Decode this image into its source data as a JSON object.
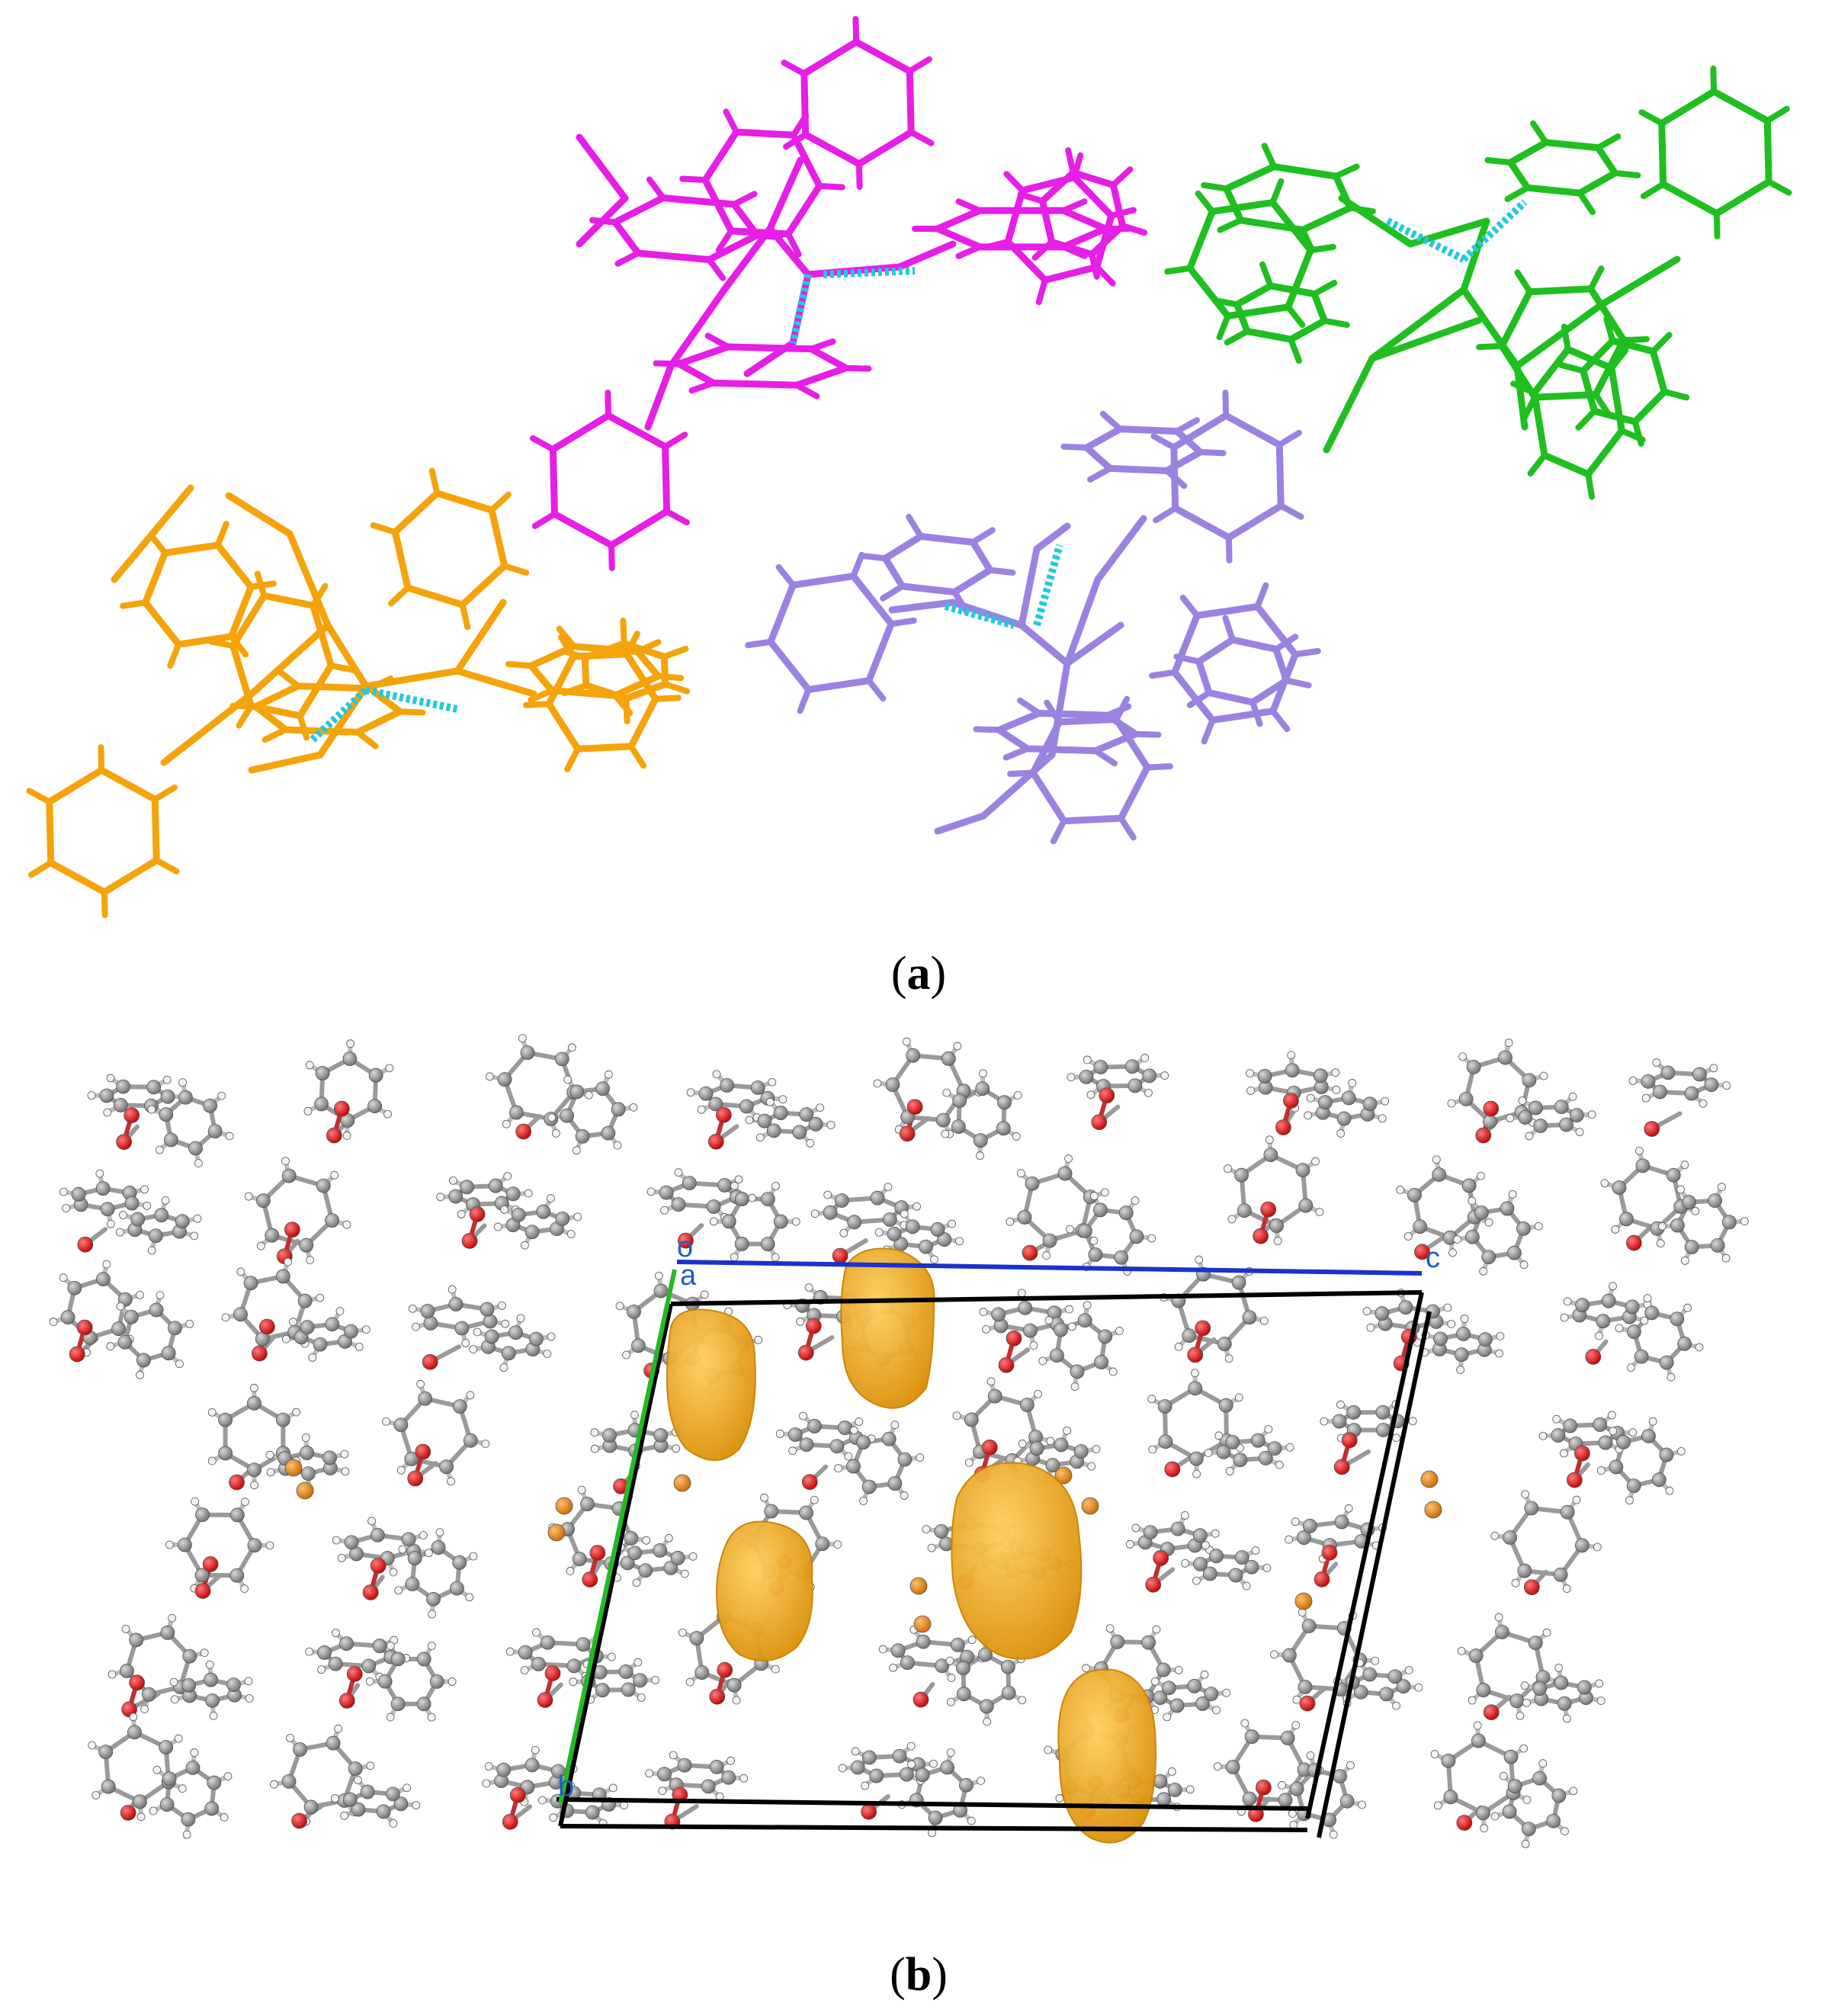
{
  "figure": {
    "panel_a": {
      "label_open": "(",
      "label_letter": "a",
      "label_close": ")"
    },
    "panel_b": {
      "label_open": "(",
      "label_letter": "b",
      "label_close": ")"
    },
    "cell_axes": {
      "origin": "o",
      "a": "a",
      "b": "b",
      "c": "c"
    }
  },
  "colors": {
    "orange": "#f5a30a",
    "magenta": "#e61ee6",
    "green": "#1fbf1f",
    "lavender": "#9b82e0",
    "hbond": "#22c8e0",
    "carbon": "#8c8c8c",
    "oxygen": "#e01010",
    "phosphorus": "#e38a1a",
    "hydrogen": "#f2f2f2",
    "void": "#f4a714",
    "cell_edge": "#000000",
    "axis_b": "#22bb22",
    "axis_c": "#1a33cc"
  }
}
